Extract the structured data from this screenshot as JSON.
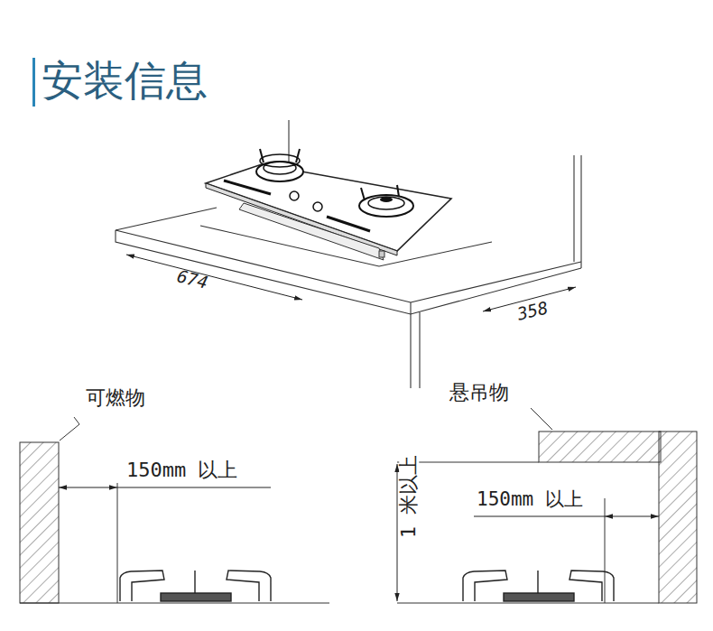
{
  "diagram": {
    "title": "安装信息",
    "labels": [
      "674",
      "358",
      "可燃物",
      "150mm 以上",
      "悬吊物",
      "150mm 以上",
      "1 米以上"
    ]
  }
}
